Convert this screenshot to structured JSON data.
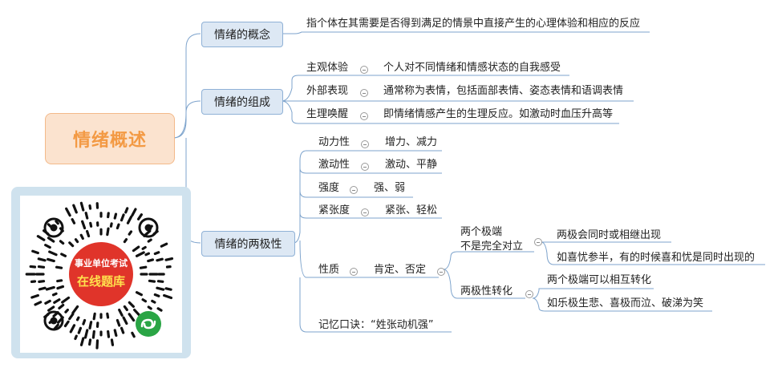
{
  "root": {
    "label": "情绪概述"
  },
  "branches": [
    {
      "label": "情绪的概念",
      "detail": "指个体在其需要是否得到满足的情景中直接产生的心理体验和相应的反应"
    },
    {
      "label": "情绪的组成",
      "items": [
        {
          "term": "主观体验",
          "desc": "个人对不同情绪和情感状态的自我感受"
        },
        {
          "term": "外部表现",
          "desc": "通常称为表情，包括面部表情、姿态表情和语调表情"
        },
        {
          "term": "生理唤醒",
          "desc": "即情绪情感产生的生理反应。如激动时血压升高等"
        }
      ]
    },
    {
      "label": "情绪的两极性",
      "items": [
        {
          "term": "动力性",
          "desc": "增力、减力"
        },
        {
          "term": "激动性",
          "desc": "激动、平静"
        },
        {
          "term": "强度",
          "desc": "强、弱"
        },
        {
          "term": "紧张度",
          "desc": "紧张、轻松"
        },
        {
          "term": "性质",
          "desc": "肯定、否定",
          "sub": [
            {
              "label_line1": "两个极端",
              "label_line2": "不是完全对立",
              "details": [
                "两极会同时或相继出现",
                "如喜忧参半，有的时候喜和忧是同时出现的"
              ]
            },
            {
              "label": "两极性转化",
              "details": [
                "两个极端可以相互转化",
                "如乐极生悲、喜极而泣、破涕为笑"
              ]
            }
          ]
        },
        {
          "term": "记忆口诀：“姓张动机强”"
        }
      ]
    }
  ],
  "qr": {
    "line1": "事业单位考试",
    "line2": "在线题库"
  },
  "colors": {
    "root_fill": "#fbe3cf",
    "root_text": "#f39a44",
    "branch_fill": "#dde8f4",
    "branch_border": "#8fb1d6",
    "line": "#7da3cc",
    "qr_red": "#e0342a",
    "qr_green": "#2aa545"
  }
}
